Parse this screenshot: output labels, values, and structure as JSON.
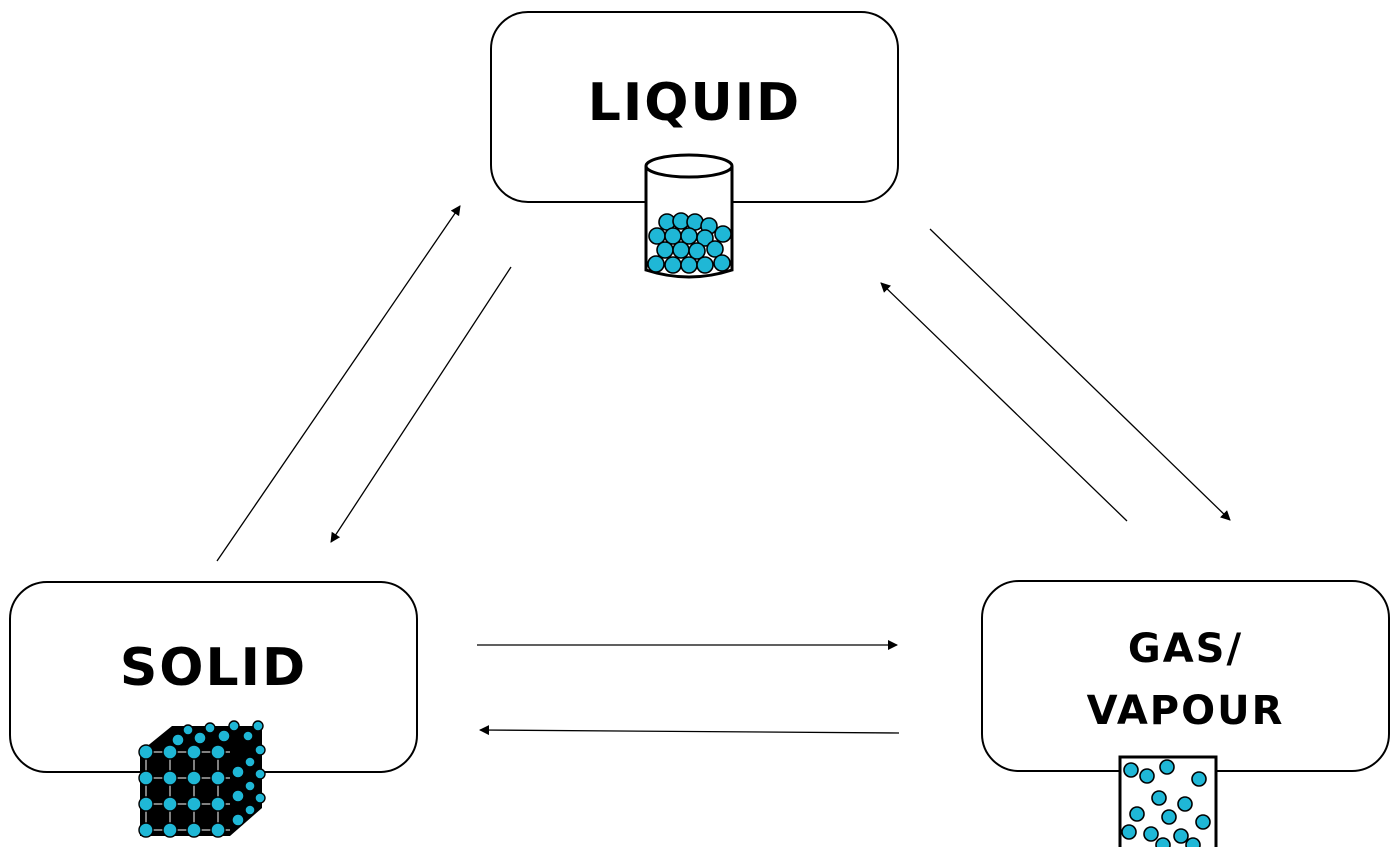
{
  "states": {
    "liquid": "LIQUID",
    "solid": "SOLID",
    "gas_line1": "GAS/",
    "gas_line2": "VAPOUR"
  },
  "colors": {
    "particle": "#1fb7d6",
    "outline": "#000000"
  },
  "icons": [
    "liquid-beaker-icon",
    "solid-lattice-icon",
    "gas-container-icon"
  ]
}
